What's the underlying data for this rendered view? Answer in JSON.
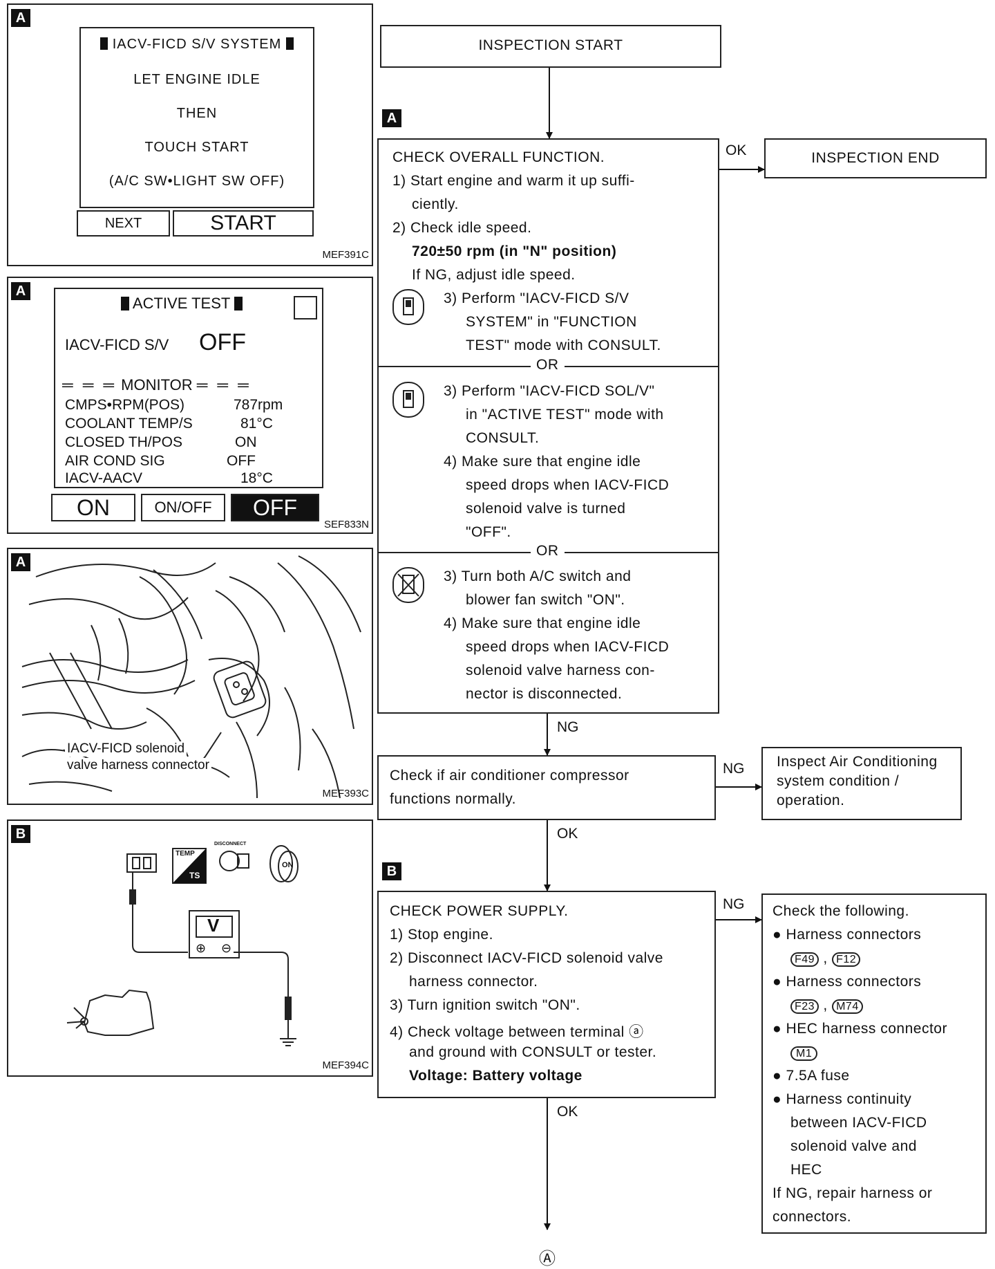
{
  "panel1": {
    "tag": "A",
    "screen_lines": [
      "IACV-FICD S/V SYSTEM",
      "LET ENGINE IDLE",
      "THEN",
      "TOUCH START",
      "(A/C SW•LIGHT SW OFF)"
    ],
    "next_button": "NEXT",
    "start_button": "START",
    "code": "MEF391C"
  },
  "panel2": {
    "tag": "A",
    "title": "ACTIVE TEST",
    "item_label": "IACV-FICD S/V",
    "item_value": "OFF",
    "monitor_label": "MONITOR",
    "rows": [
      {
        "name": "CMPS•RPM(POS)",
        "value": "787rpm"
      },
      {
        "name": "COOLANT TEMP/S",
        "value": "81°C"
      },
      {
        "name": "CLOSED TH/POS",
        "value": "ON"
      },
      {
        "name": "AIR COND SIG",
        "value": "OFF"
      },
      {
        "name": "IACV-AACV",
        "value": "18°C"
      }
    ],
    "buttons": [
      "ON",
      "ON/OFF",
      "OFF"
    ],
    "code": "SEF833N"
  },
  "panel3": {
    "tag": "A",
    "caption_line1": "IACV-FICD solenoid",
    "caption_line2": "valve harness connector",
    "code": "MEF393C"
  },
  "panel4": {
    "tag": "B",
    "meter_label": "V",
    "plus": "⊕",
    "minus": "⊖",
    "disconnect": "DISCONNECT",
    "on": "ON",
    "temp_top": "TEMP",
    "temp_bottom": "TS",
    "code": "MEF394C"
  },
  "flow": {
    "start": "INSPECTION START",
    "marker_a": "A",
    "marker_b": "B",
    "end": "INSPECTION END",
    "ok": "OK",
    "ng": "NG",
    "or": "OR",
    "check1": {
      "title": "CHECK OVERALL FUNCTION.",
      "l1": "1) Start engine and warm it up suffi-",
      "l2": "ciently.",
      "l3": "2) Check idle speed.",
      "l4": "720±50 rpm (in \"N\" position)",
      "l5": "If NG, adjust idle speed.",
      "s1": [
        "3) Perform \"IACV-FICD S/V",
        "SYSTEM\" in \"FUNCTION",
        "TEST\" mode with CONSULT."
      ],
      "s2": [
        "3) Perform \"IACV-FICD SOL/V\"",
        "in \"ACTIVE TEST\" mode with",
        "CONSULT.",
        "4) Make sure that engine idle",
        "speed drops when IACV-FICD",
        "solenoid valve is turned",
        "\"OFF\"."
      ],
      "s3": [
        "3) Turn both A/C switch and",
        "blower fan switch \"ON\".",
        "4) Make sure that engine idle",
        "speed drops when IACV-FICD",
        "solenoid valve harness con-",
        "nector is disconnected."
      ]
    },
    "ac_check": [
      "Check if air conditioner compressor",
      "functions normally."
    ],
    "ac_inspect": [
      "Inspect Air Conditioning",
      "system condition /",
      "operation."
    ],
    "power": {
      "title": "CHECK POWER SUPPLY.",
      "lines": [
        "1) Stop engine.",
        "2) Disconnect IACV-FICD solenoid valve",
        "harness connector.",
        "3) Turn ignition switch \"ON\".",
        "4) Check voltage between terminal ⓐ",
        "and ground with CONSULT or tester."
      ],
      "voltage": "Voltage: Battery voltage"
    },
    "following": {
      "title": "Check the following.",
      "items": [
        "Harness connectors",
        "Harness connectors",
        "HEC harness connector",
        "7.5A fuse",
        "Harness continuity"
      ],
      "conn1": [
        "F49",
        "F12"
      ],
      "conn2": [
        "F23",
        "M74"
      ],
      "conn3": [
        "M1"
      ],
      "cont_lines": [
        "between IACV-FICD",
        "solenoid valve and",
        "HEC"
      ],
      "repair": [
        "If NG, repair harness or",
        "connectors."
      ]
    },
    "bottom_ref": "Ⓐ"
  }
}
